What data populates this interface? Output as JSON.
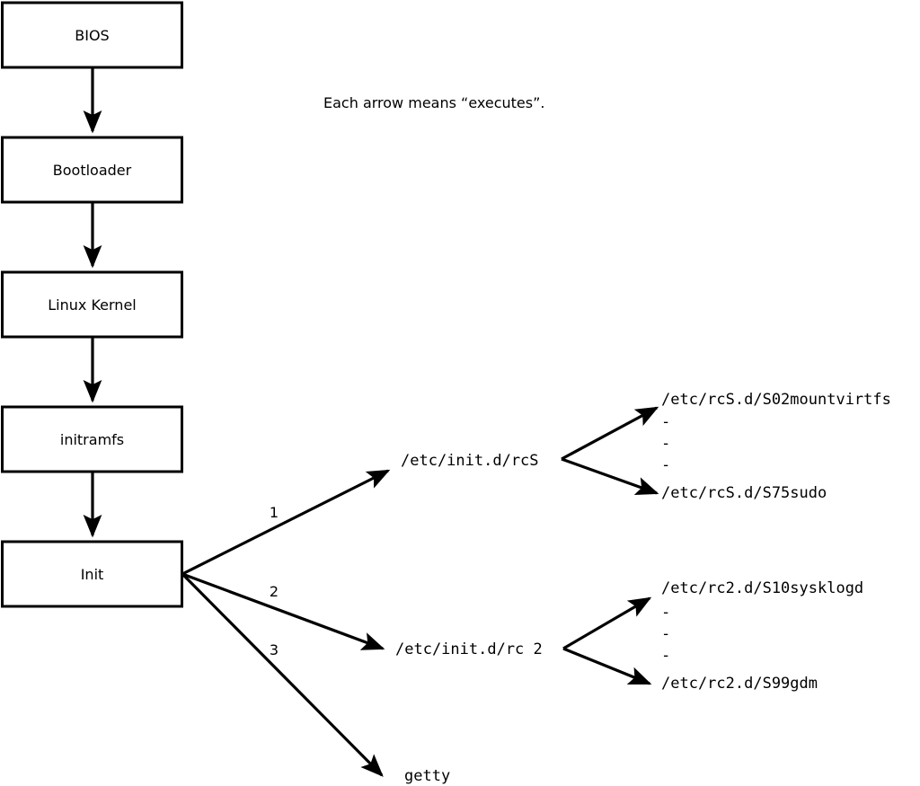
{
  "caption": {
    "text": "Each arrow means “executes”."
  },
  "boot_chain": {
    "nodes": [
      {
        "id": "bios",
        "label": "BIOS"
      },
      {
        "id": "bootloader",
        "label": "Bootloader"
      },
      {
        "id": "kernel",
        "label": "Linux Kernel"
      },
      {
        "id": "initramfs",
        "label": "initramfs"
      },
      {
        "id": "init",
        "label": "Init"
      }
    ]
  },
  "init_branches": [
    {
      "number": "1",
      "target": "/etc/init.d/rcS"
    },
    {
      "number": "2",
      "target": "/etc/init.d/rc 2"
    },
    {
      "number": "3",
      "target": "getty"
    }
  ],
  "rcs_scripts": {
    "first": "/etc/rcS.d/S02mountvirtfs",
    "ellipsis": [
      "-",
      "-",
      "-"
    ],
    "last": "/etc/rcS.d/S75sudo"
  },
  "rc2_scripts": {
    "first": "/etc/rc2.d/S10sysklogd",
    "ellipsis": [
      "-",
      "-",
      "-"
    ],
    "last": "/etc/rc2.d/S99gdm"
  },
  "colors": {
    "background": "#ffffff",
    "stroke": "#000000",
    "text": "#000000"
  }
}
